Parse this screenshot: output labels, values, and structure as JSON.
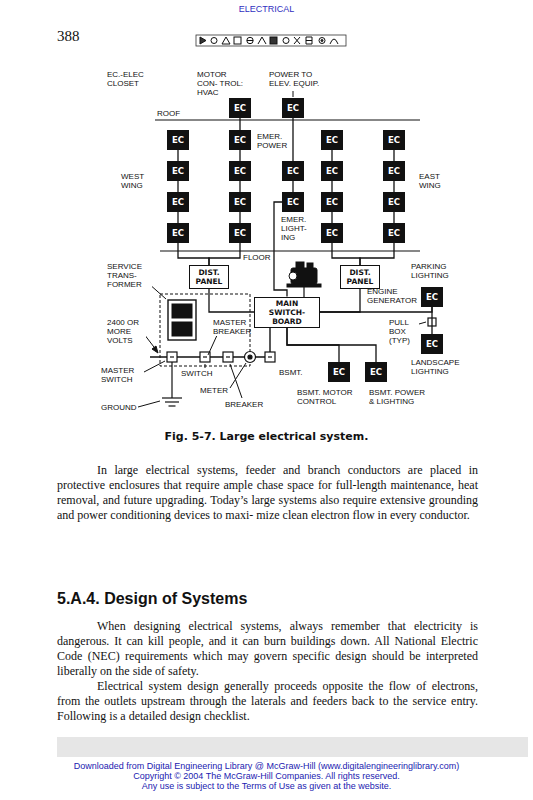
{
  "diagram": {
    "caption": "Fig. 5-7. Large electrical system.",
    "nodes": [
      {
        "text": [
          "EC"
        ]
      },
      {
        "text": [
          "EC"
        ]
      },
      {
        "text": [
          "EC"
        ]
      },
      {
        "text": [
          "EC"
        ]
      },
      {
        "text": [
          "EC"
        ]
      },
      {
        "text": [
          "EC"
        ]
      },
      {
        "text": [
          "EC"
        ]
      },
      {
        "text": [
          "EC"
        ]
      },
      {
        "text": [
          "EC"
        ]
      },
      {
        "text": [
          "EC"
        ]
      },
      {
        "text": [
          "EC"
        ]
      },
      {
        "text": [
          "EC"
        ]
      },
      {
        "text": [
          "EC"
        ]
      },
      {
        "text": [
          "EC"
        ]
      },
      {
        "text": [
          "EC"
        ]
      },
      {
        "text": [
          "EC"
        ]
      },
      {
        "text": [
          "EC"
        ]
      },
      {
        "text": [
          "EC"
        ]
      },
      {
        "text": [
          "EC"
        ]
      },
      {
        "text": [
          "EC"
        ]
      },
      {
        "text": [
          "DIST. PANEL"
        ]
      },
      {
        "text": [
          "DIST. PANEL"
        ]
      },
      {
        "text": [
          "EC"
        ]
      },
      {
        "text": [
          "MAIN SWITCH- BOARD"
        ]
      },
      {
        "text": [
          "EC"
        ]
      },
      {
        "text": [
          "EC"
        ]
      },
      {
        "text": [
          "EC"
        ]
      }
    ],
    "edges": [
      {
        "from": 20,
        "to": 16,
        "arrow": "none"
      },
      {
        "from": 16,
        "to": 11,
        "arrow": "none"
      },
      {
        "from": 11,
        "to": 6,
        "arrow": "none"
      },
      {
        "from": 6,
        "to": 2,
        "arrow": "none"
      },
      {
        "from": 20,
        "to": 17,
        "arrow": "none"
      },
      {
        "from": 17,
        "to": 12,
        "arrow": "none"
      },
      {
        "from": 12,
        "to": 7,
        "arrow": "none"
      },
      {
        "from": 7,
        "to": 3,
        "arrow": "none"
      },
      {
        "from": 3,
        "to": 0,
        "arrow": "none"
      },
      {
        "from": 21,
        "to": 18,
        "arrow": "none"
      },
      {
        "from": 18,
        "to": 14,
        "arrow": "none"
      },
      {
        "from": 14,
        "to": 9,
        "arrow": "none"
      },
      {
        "from": 9,
        "to": 4,
        "arrow": "none"
      },
      {
        "from": 21,
        "to": 19,
        "arrow": "none"
      },
      {
        "from": 19,
        "to": 15,
        "arrow": "none"
      },
      {
        "from": 15,
        "to": 10,
        "arrow": "none"
      },
      {
        "from": 10,
        "to": 5,
        "arrow": "none"
      },
      {
        "from": 23,
        "to": 13,
        "arrow": "none"
      },
      {
        "from": 13,
        "to": 8,
        "arrow": "none"
      },
      {
        "from": 8,
        "to": 1,
        "arrow": "none"
      },
      {
        "from": 20,
        "to": 23,
        "arrow": "none"
      },
      {
        "from": 21,
        "to": 23,
        "arrow": "none"
      },
      {
        "from": 23,
        "to": 22,
        "arrow": "none"
      },
      {
        "from": 22,
        "to": 24,
        "arrow": "none"
      },
      {
        "from": 23,
        "to": 25,
        "arrow": "none"
      },
      {
        "from": 23,
        "to": 26,
        "arrow": "none"
      }
    ],
    "labels": [
      "ELECTRICAL",
      "388",
      "EC.-ELEC CLOSET",
      "MOTOR CON- TROL: HVAC",
      "POWER TO ELEV. EQUIP.",
      "ROOF",
      "WEST WING",
      "EMER. POWER",
      "EAST WING",
      "EMER. LIGHT- ING",
      "FLOOR",
      "SERVICE TRANS- FORMER",
      "PARKING LIGHTING",
      "ENGINE GENERATOR",
      "MASTER BREAKER",
      "2400 OR MORE VOLTS",
      "PULL BOX (TYP)",
      "LANDSCAPE LIGHTING",
      "MASTER SWITCH",
      "SWITCH",
      "BSMT.",
      "METER",
      "GROUND",
      "BREAKER",
      "BSMT. MOTOR CONTROL",
      "BSMT. POWER & LIGHTING",
      "In large electrical systems, feeder and branch conductors are placed in protective enclosures that require ample chase space for full-length maintenance, heat removal, and future upgrading. Today’s large systems also require extensive grounding and power conditioning devices to maxi- mize clean electron flow in every conductor.",
      "5.A.4. Design of Systems",
      "When designing electrical systems, always remember that electricity is dangerous. It can kill people, and it can burn buildings down. All National Electric Code (NEC) requirements which may govern specific design should be interpreted liberally on the side of safety.",
      "Electrical system design generally proceeds opposite the flow of electrons, from the outlets upstream through the laterals and feeders back to the service entry. Following is a detailed design checklist.",
      "Downloaded from Digital Engineering Library @ McGraw-Hill (www.digitalengineeringlibrary.com)",
      "Copyright © 2004 The McGraw-Hill Companies. All rights reserved.",
      "Any use is subject to the Terms of Use as given at the website."
    ]
  }
}
